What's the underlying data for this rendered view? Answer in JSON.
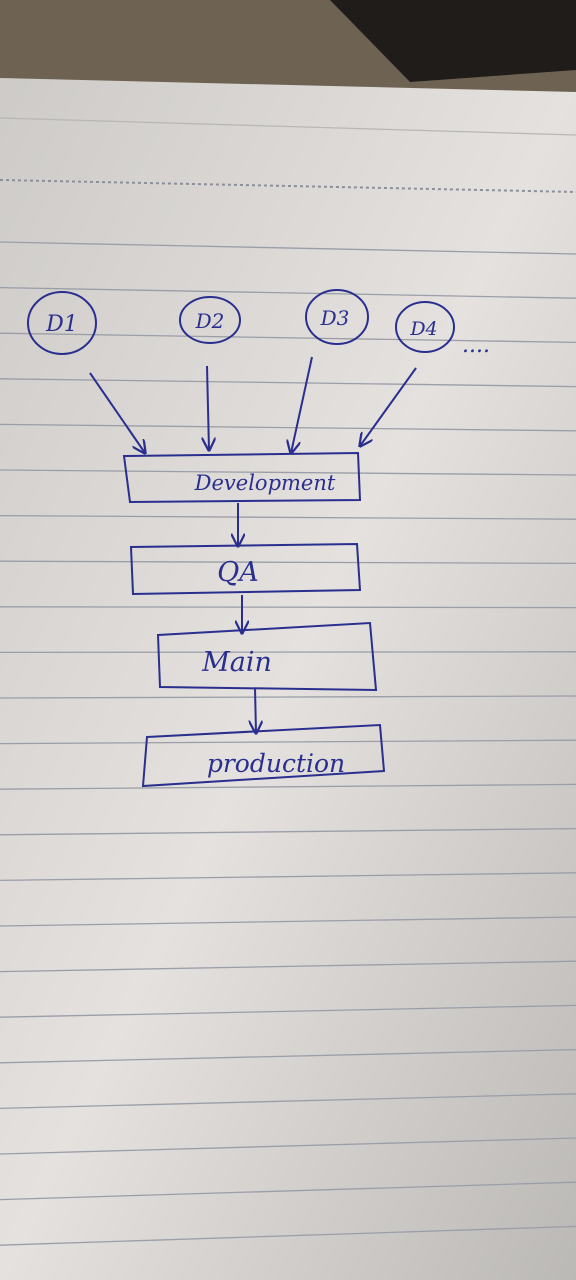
{
  "paper": {
    "color": "#e4e1de",
    "rule_color": "#9b9ea6",
    "ink_color": "#2a2f8f",
    "desk_color": "#6e6253"
  },
  "developers": [
    {
      "label": "D1"
    },
    {
      "label": "D2"
    },
    {
      "label": "D3"
    },
    {
      "label": "D4"
    }
  ],
  "ellipsis": "....",
  "stages": [
    {
      "label": "Development"
    },
    {
      "label": "QA"
    },
    {
      "label": "Main"
    },
    {
      "label": "production"
    }
  ]
}
